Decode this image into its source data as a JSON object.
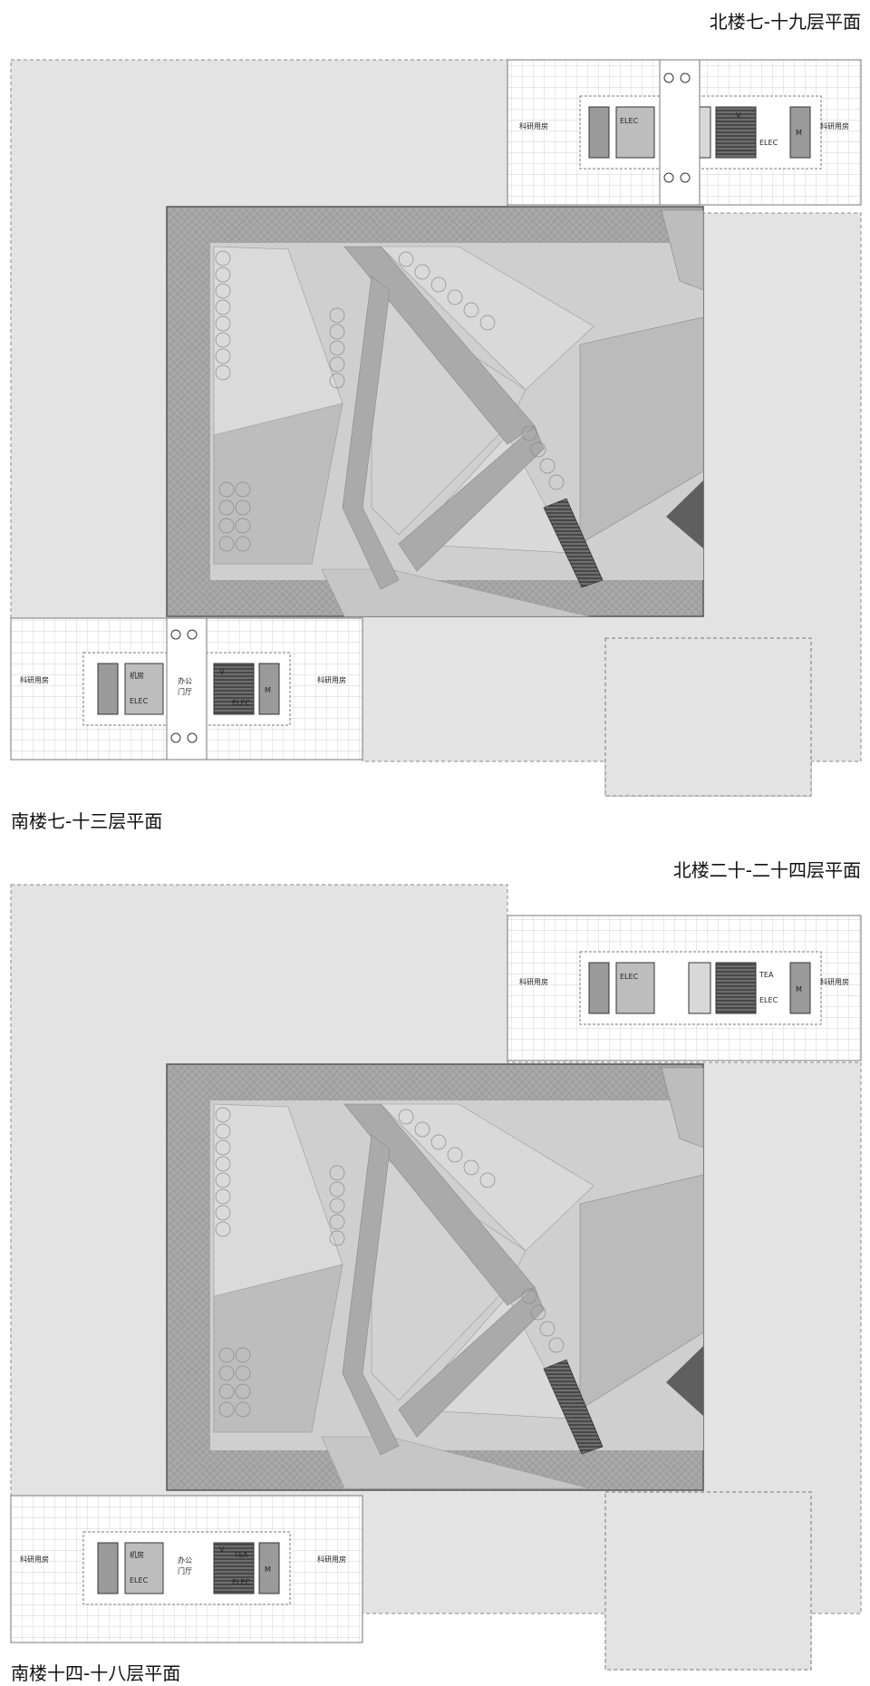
{
  "plans": [
    {
      "north_title": "北楼七-十九层平面",
      "south_title": "南楼七-十三层平面",
      "north": {
        "room_left": "科研用房",
        "room_right": "科研用房",
        "elec_left": "ELEC",
        "elec_right": "ELEC",
        "lift": "V",
        "service": "M"
      },
      "south": {
        "room_left": "科研用房",
        "room_right": "科研用房",
        "machine_room": "机房",
        "elec_left": "ELEC",
        "elec_right": "ELEC",
        "lobby_line1": "办公",
        "lobby_line2": "门厅",
        "lift": "V",
        "service": "M"
      }
    },
    {
      "north_title": "北楼二十-二十四层平面",
      "south_title": "南楼十四-十八层平面",
      "north": {
        "room_left": "科研用房",
        "room_right": "科研用房",
        "elec_left": "ELEC",
        "elec_right": "ELEC",
        "tea": "TEA",
        "service": "M"
      },
      "south": {
        "room_left": "科研用房",
        "room_right": "科研用房",
        "machine_room": "机房",
        "elec_left": "ELEC",
        "elec_right": "ELEC",
        "lobby_line1": "办公",
        "lobby_line2": "门厅",
        "tea": "TEA",
        "lift": "V",
        "service": "M"
      }
    }
  ],
  "colors": {
    "site": "#e3e3e3",
    "podium": "#a7a7a7",
    "garden": "#d7d7d7",
    "path": "#b0b0b0",
    "dark_roof": "#5f5f5f",
    "grid_line": "#c8c8c8",
    "core_fill": "#9a9a9a"
  }
}
